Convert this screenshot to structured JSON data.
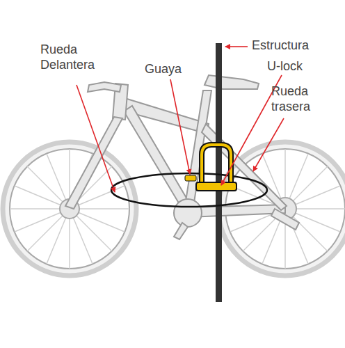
{
  "diagram": {
    "labels": [
      "Rueda Delantera",
      "Guaya",
      "Estructura",
      "U-lock",
      "Rueda trasera"
    ]
  }
}
